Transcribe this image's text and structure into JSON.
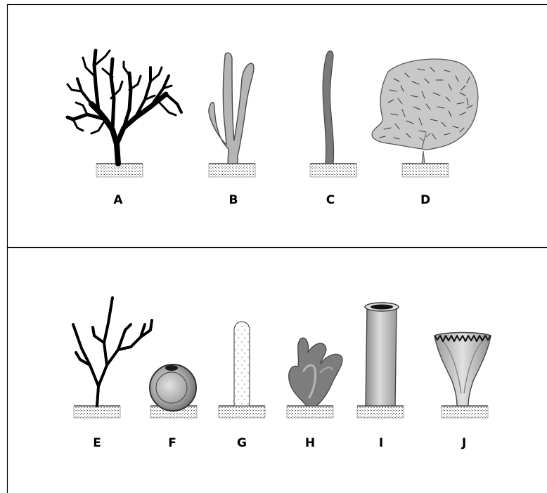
{
  "top_panel": {
    "labels": [
      "A",
      "B",
      "C",
      "D"
    ]
  },
  "bottom_panel": {
    "labels": [
      "E",
      "F",
      "G",
      "H",
      "I",
      "J"
    ]
  }
}
